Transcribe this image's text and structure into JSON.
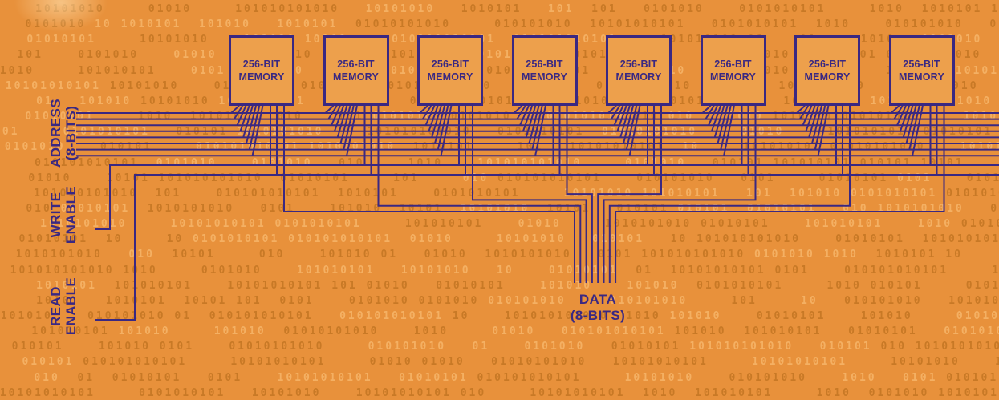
{
  "diagram": {
    "chips": [
      {
        "line1": "256-BIT",
        "line2": "MEMORY"
      },
      {
        "line1": "256-BIT",
        "line2": "MEMORY"
      },
      {
        "line1": "256-BIT",
        "line2": "MEMORY"
      },
      {
        "line1": "256-BIT",
        "line2": "MEMORY"
      },
      {
        "line1": "256-BIT",
        "line2": "MEMORY"
      },
      {
        "line1": "256-BIT",
        "line2": "MEMORY"
      },
      {
        "line1": "256-BIT",
        "line2": "MEMORY"
      },
      {
        "line1": "256-BIT",
        "line2": "MEMORY"
      }
    ],
    "labels": {
      "address": {
        "line1": "ADDRESS",
        "line2": "(8-BITS)"
      },
      "write_enable": {
        "line1": "WRITE",
        "line2": "ENABLE"
      },
      "read_enable": {
        "line1": "READ",
        "line2": "ENABLE"
      },
      "data": {
        "line1": "DATA",
        "line2": "(8-BITS)"
      }
    },
    "buses": {
      "address_bits": 8,
      "data_bits": 8
    },
    "colors": {
      "background": "#E8913B",
      "ink": "#3A2882",
      "chip_fill": "#EDA04C"
    },
    "texture": {
      "seed": 7,
      "rows": 26,
      "dark": "#A96312",
      "light": "#FFCB85"
    }
  }
}
